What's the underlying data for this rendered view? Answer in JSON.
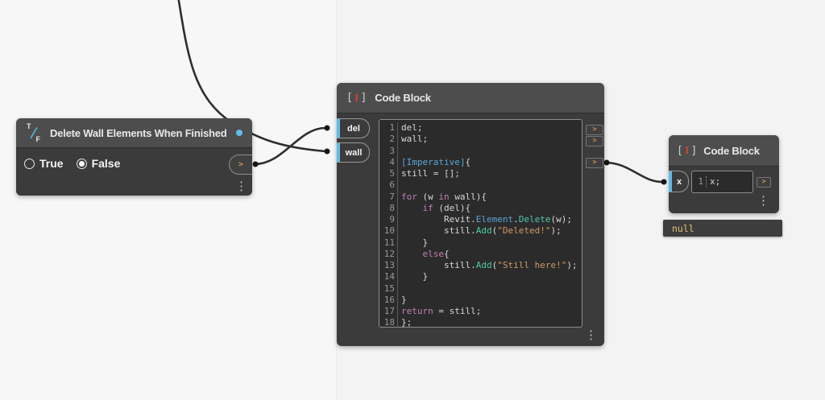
{
  "colors": {
    "accent_blue": "#62bde7",
    "chevron_amber": "#c9964f",
    "wire": "#2e2e2e",
    "keyword": "#c57cb6",
    "type_blue": "#58a6d8",
    "method_teal": "#4ec9a8",
    "string_orange": "#d19a66",
    "string_yellow": "#e0c070",
    "default_code": "#d8d8d8"
  },
  "boolean_node": {
    "title": "Delete Wall Elements When Finished",
    "icon_top": "T",
    "icon_bottom": "F",
    "options": [
      {
        "label": "True",
        "selected": false
      },
      {
        "label": "False",
        "selected": true
      }
    ],
    "output_label": ">"
  },
  "code_block_main": {
    "title": "Code Block",
    "icon": {
      "open": "[",
      "cursor": "I",
      "close": "]"
    },
    "inputs": [
      "del",
      "wall"
    ],
    "output_labels": [
      ">",
      ">",
      ">"
    ],
    "lines": [
      [
        [
          "del;",
          "d"
        ]
      ],
      [
        [
          "wall;",
          "d"
        ]
      ],
      [],
      [
        [
          "[Imperative]",
          "b"
        ],
        [
          "{",
          "d"
        ]
      ],
      [
        [
          "still = [];",
          "d"
        ]
      ],
      [],
      [
        [
          "for",
          "k"
        ],
        [
          " (w ",
          "d"
        ],
        [
          "in",
          "k"
        ],
        [
          " wall){",
          "d"
        ]
      ],
      [
        [
          "    ",
          "d"
        ],
        [
          "if",
          "k"
        ],
        [
          " (del){",
          "d"
        ]
      ],
      [
        [
          "        Revit.",
          "d"
        ],
        [
          "Element",
          "b"
        ],
        [
          ".",
          "d"
        ],
        [
          "Delete",
          "g"
        ],
        [
          "(w);",
          "d"
        ]
      ],
      [
        [
          "        still.",
          "d"
        ],
        [
          "Add",
          "g"
        ],
        [
          "(",
          "d"
        ],
        [
          "\"Deleted!\"",
          "s"
        ],
        [
          ");",
          "d"
        ]
      ],
      [
        [
          "    }",
          "d"
        ]
      ],
      [
        [
          "    ",
          "d"
        ],
        [
          "else",
          "k"
        ],
        [
          "{",
          "d"
        ]
      ],
      [
        [
          "        still.",
          "d"
        ],
        [
          "Add",
          "g"
        ],
        [
          "(",
          "d"
        ],
        [
          "\"Still here!\"",
          "s"
        ],
        [
          ");",
          "d"
        ]
      ],
      [
        [
          "    }",
          "d"
        ]
      ],
      [],
      [
        [
          "}",
          "d"
        ]
      ],
      [
        [
          "return",
          "k"
        ],
        [
          " = still;",
          "d"
        ]
      ],
      [
        [
          "};",
          "d"
        ]
      ]
    ]
  },
  "code_block_small": {
    "title": "Code Block",
    "icon": {
      "open": "[",
      "cursor": "I",
      "close": "]"
    },
    "inputs": [
      "x"
    ],
    "output_labels": [
      ">"
    ],
    "lines": [
      [
        [
          "x;",
          "d"
        ]
      ]
    ],
    "preview": "null"
  }
}
